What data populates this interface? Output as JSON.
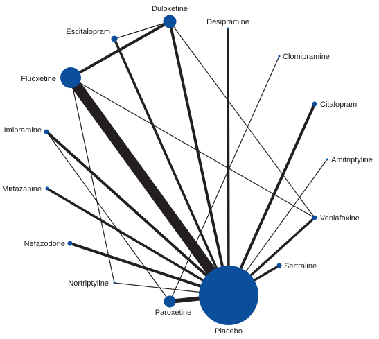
{
  "network": {
    "node_color": "#0b4f9c",
    "edge_color": "#231f20",
    "nodes": [
      {
        "id": "duloxetine",
        "label": "Duloxetine"
      },
      {
        "id": "desipramine",
        "label": "Desipramine"
      },
      {
        "id": "escitalopram",
        "label": "Escitalopram"
      },
      {
        "id": "clomipramine",
        "label": "Clomipramine"
      },
      {
        "id": "fluoxetine",
        "label": "Fluoxetine"
      },
      {
        "id": "citalopram",
        "label": "Citalopram"
      },
      {
        "id": "imipramine",
        "label": "Imipramine"
      },
      {
        "id": "amitriptyline",
        "label": "Amitriptyline"
      },
      {
        "id": "mirtazapine",
        "label": "Mirtazapine"
      },
      {
        "id": "venlafaxine",
        "label": "Venlafaxine"
      },
      {
        "id": "nefazodone",
        "label": "Nefazodone"
      },
      {
        "id": "sertraline",
        "label": "Sertraline"
      },
      {
        "id": "nortriptyline",
        "label": "Nortriptyline"
      },
      {
        "id": "paroxetine",
        "label": "Paroxetine"
      },
      {
        "id": "placebo",
        "label": "Placebo"
      }
    ],
    "edges": [
      {
        "from": "fluoxetine",
        "to": "duloxetine"
      },
      {
        "from": "duloxetine",
        "to": "escitalopram"
      },
      {
        "from": "duloxetine",
        "to": "venlafaxine"
      },
      {
        "from": "duloxetine",
        "to": "placebo"
      },
      {
        "from": "escitalopram",
        "to": "placebo"
      },
      {
        "from": "desipramine",
        "to": "placebo"
      },
      {
        "from": "clomipramine",
        "to": "paroxetine"
      },
      {
        "from": "fluoxetine",
        "to": "placebo"
      },
      {
        "from": "fluoxetine",
        "to": "venlafaxine"
      },
      {
        "from": "fluoxetine",
        "to": "nortriptyline"
      },
      {
        "from": "citalopram",
        "to": "placebo"
      },
      {
        "from": "imipramine",
        "to": "placebo"
      },
      {
        "from": "imipramine",
        "to": "paroxetine"
      },
      {
        "from": "amitriptyline",
        "to": "placebo"
      },
      {
        "from": "mirtazapine",
        "to": "placebo"
      },
      {
        "from": "venlafaxine",
        "to": "placebo"
      },
      {
        "from": "nefazodone",
        "to": "placebo"
      },
      {
        "from": "sertraline",
        "to": "placebo"
      },
      {
        "from": "nortriptyline",
        "to": "placebo"
      },
      {
        "from": "paroxetine",
        "to": "placebo"
      }
    ]
  }
}
